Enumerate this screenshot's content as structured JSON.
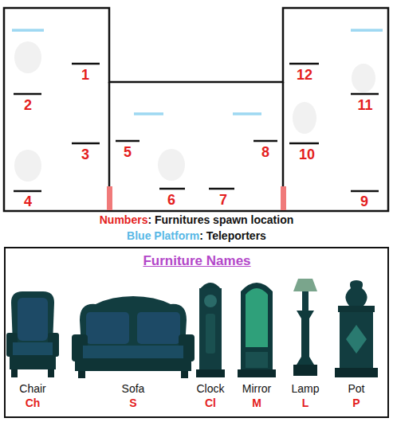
{
  "diagram": {
    "nodes": [
      {
        "text": [
          "Furniture Names",
          "Chair",
          "Ch",
          "Sofa",
          "S",
          "Clock",
          "Cl",
          "Mirror",
          "M",
          "Lamp",
          "L",
          "Pot",
          "P"
        ]
      }
    ],
    "labels": [
      "1",
      "2",
      "3",
      "4",
      "5",
      "6",
      "7",
      "8",
      "9",
      "10",
      "11",
      "12",
      "Numbers",
      ": Furnitures spawn location",
      "Blue Platform",
      ": Teleporters"
    ]
  }
}
